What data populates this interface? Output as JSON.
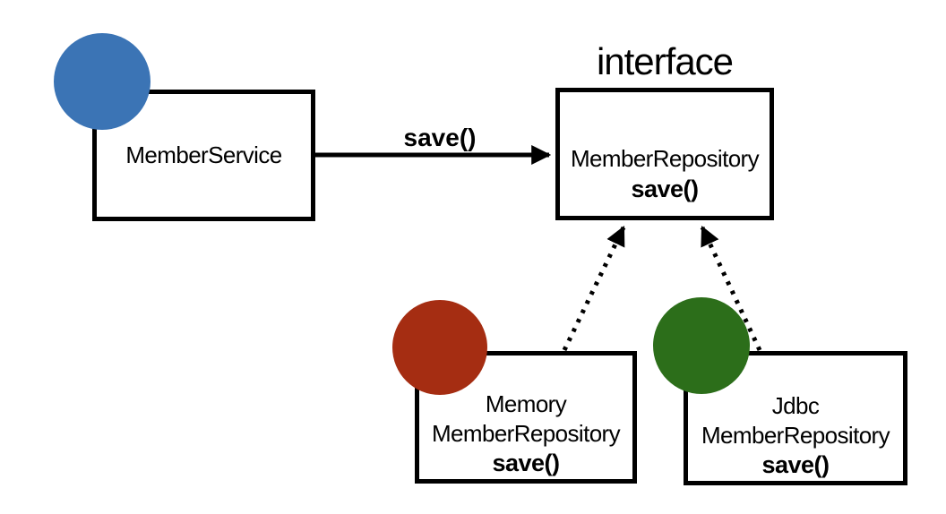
{
  "diagram": {
    "stereotype_label": "interface",
    "relation": {
      "label": "save()"
    },
    "nodes": {
      "member_service": {
        "label": "MemberService",
        "marker_color": "#3b74b5"
      },
      "member_repository": {
        "label": "MemberRepository",
        "method": "save()"
      },
      "memory_member_repository": {
        "label_line1": "Memory",
        "label_line2": "MemberRepository",
        "method": "save()",
        "marker_color": "#a52d12"
      },
      "jdbc_member_repository": {
        "label_line1": "Jdbc",
        "label_line2": "MemberRepository",
        "method": "save()",
        "marker_color": "#2c6e1a"
      }
    },
    "line_color": "#000000",
    "background_color": "#ffffff"
  }
}
